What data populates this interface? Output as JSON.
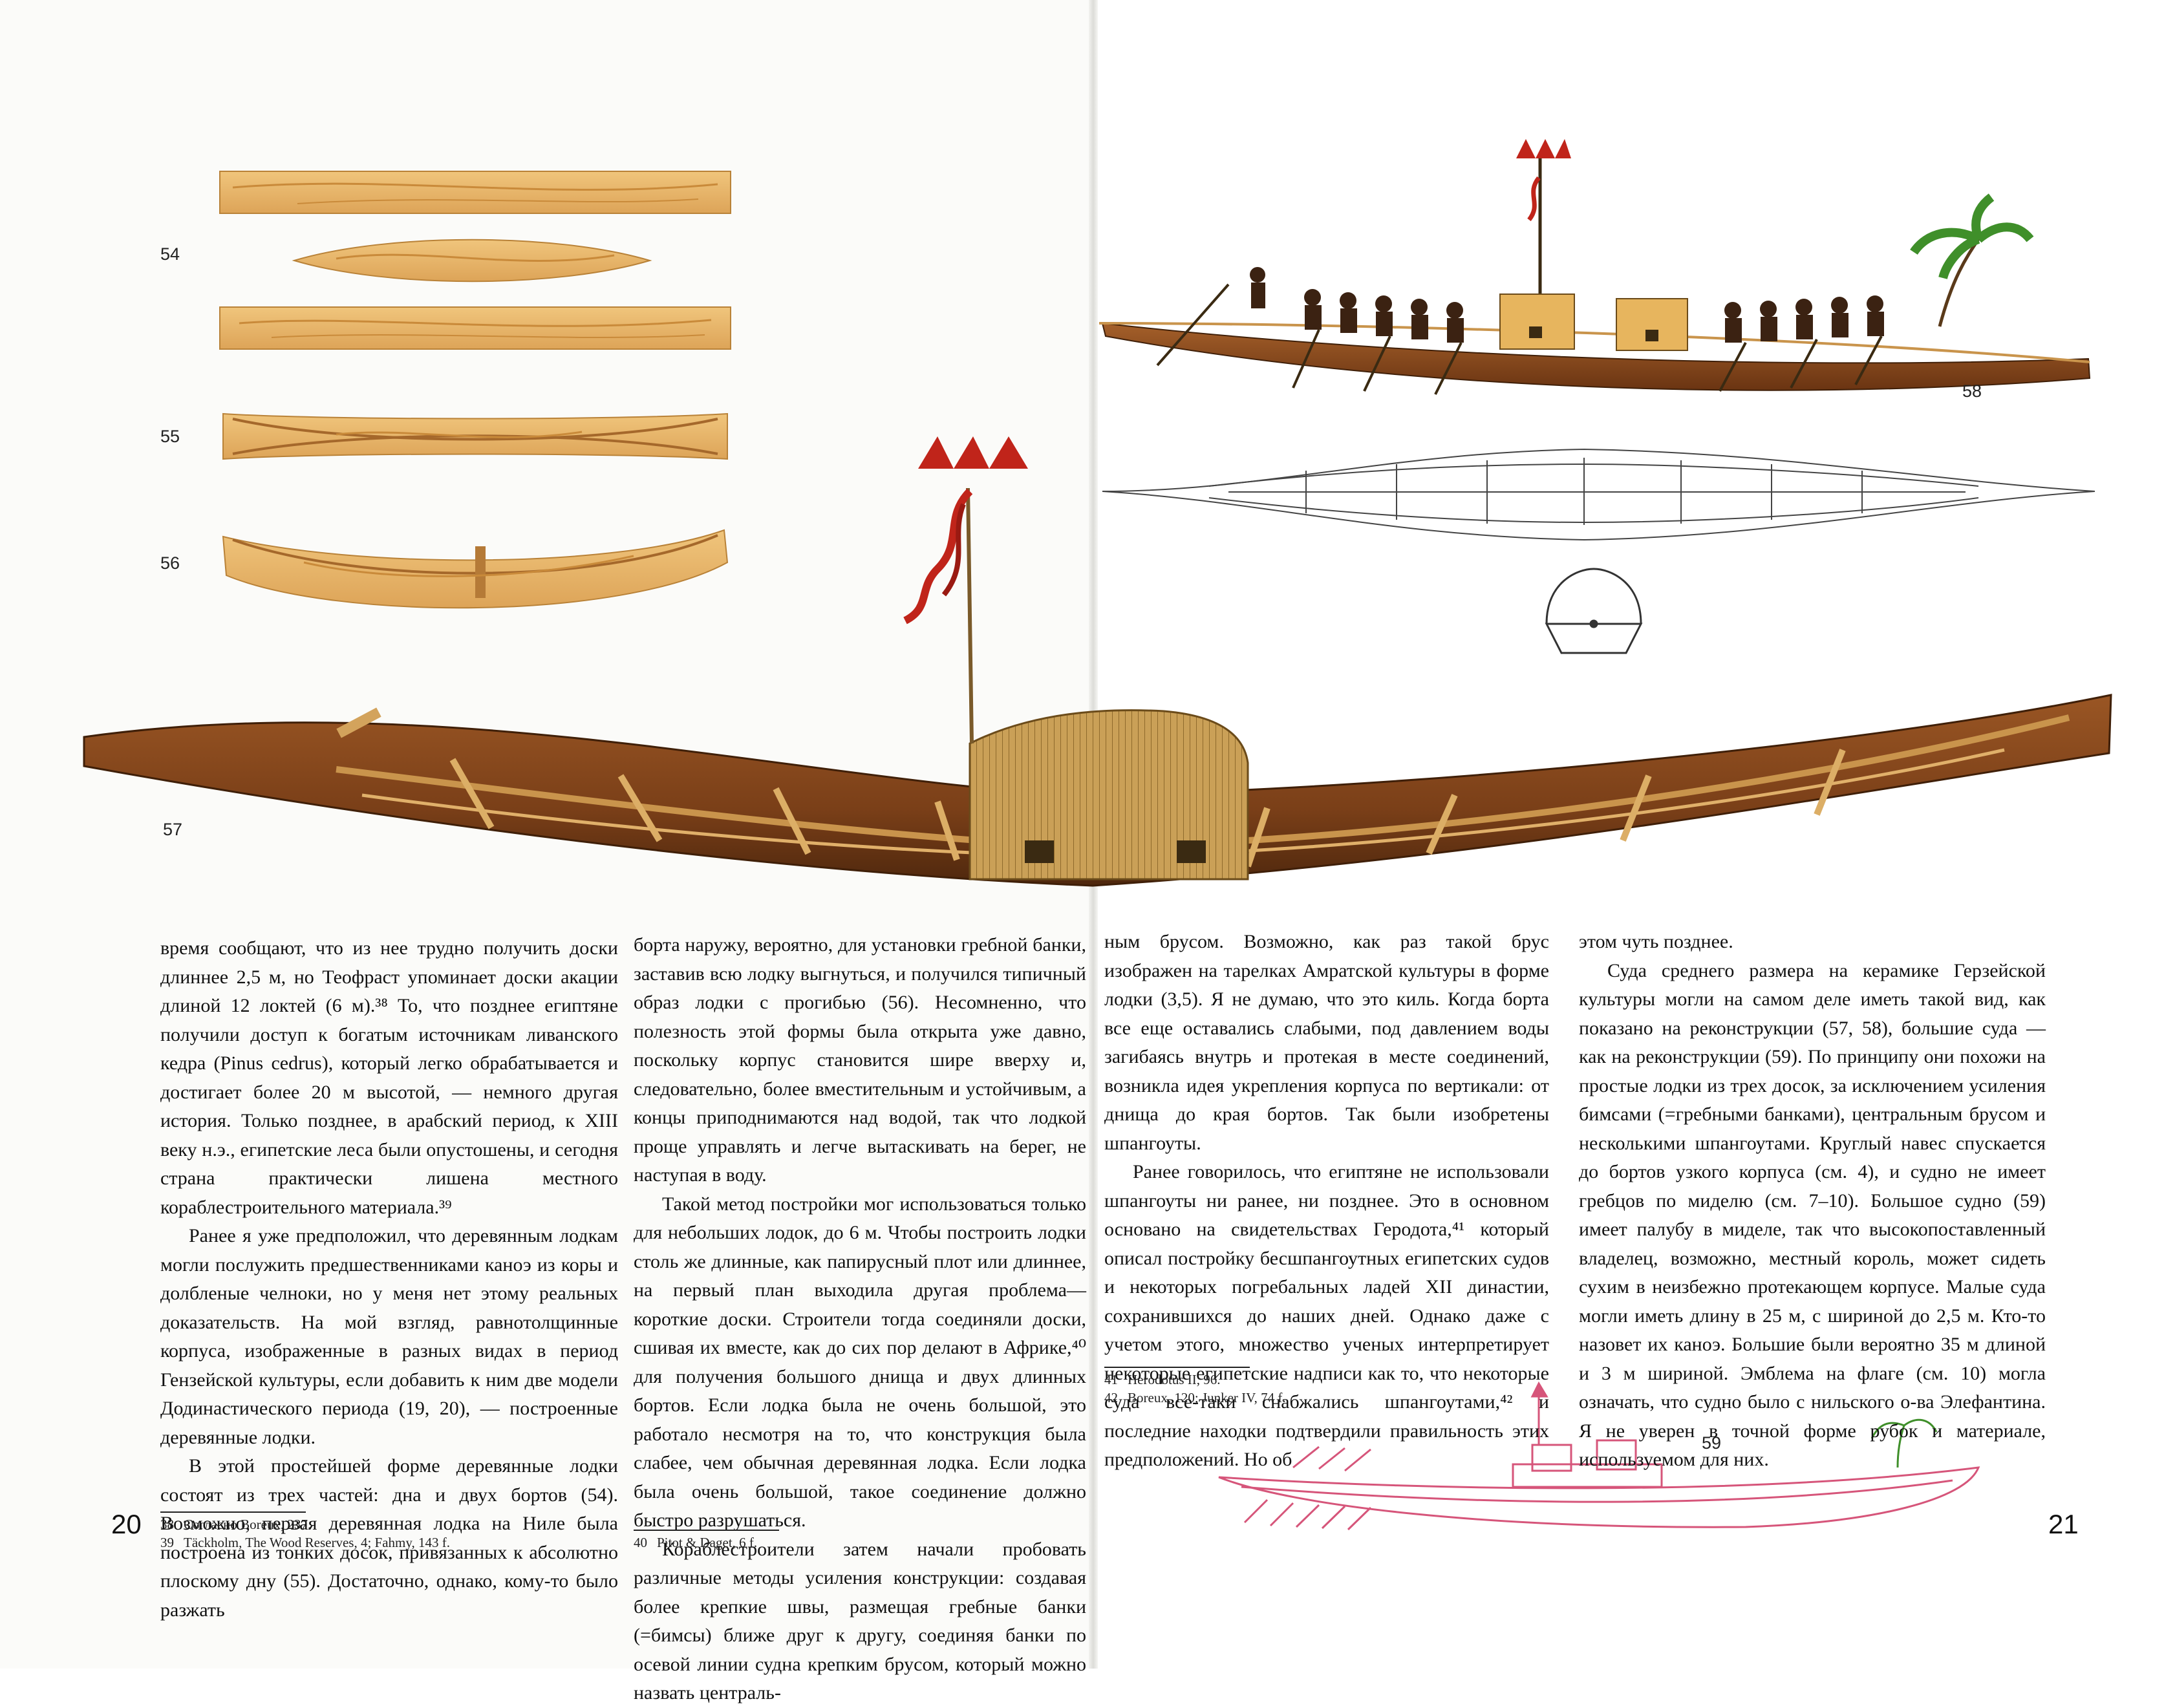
{
  "figures": {
    "fig54": "54",
    "fig55": "55",
    "fig56": "56",
    "fig57": "57",
    "fig58": "58",
    "fig59": "59"
  },
  "pages": {
    "left": "20",
    "right": "21"
  },
  "columns": [
    {
      "paragraphs": [
        "время сообщают, что из нее трудно получить доски длиннее 2,5 м, но Теофраст упоминает доски акации длиной 12 локтей (6 м).³⁸ То, что позднее египтяне получили доступ к богатым источникам ливанского кедра (Pinus cedrus), который легко обрабатывается и достигает более 20 м высотой, — немного другая история. Только позднее, в арабский период, к XIII веку н.э., египетские леса были опустошены, и сегодня страна практически лишена местного кораблестроительного материала.³⁹",
        "Ранее я уже предположил, что деревянным лодкам могли послужить предшественниками каноэ из коры и долбленые челноки, но у меня нет этому реальных доказательств. На мой взгляд, равнотолщинные корпуса, изображенные в разных видах в период Гензейской культуры, если добавить к ним две модели Додинастического периода (19, 20), — построенные деревянные лодки.",
        "В этой простейшей форме деревянные лодки состоят из трех частей: дна и двух бортов (54). Возможно, первая деревянная лодка на Ниле была построена из тонких досок, привязанных к абсолютно плоскому дну (55). Достаточно, однако, кому-то было разжать"
      ]
    },
    {
      "paragraphs": [
        "борта наружу, вероятно, для установки гребной банки, заставив всю лодку выгнуться, и получился типичный образ лодки с прогибью (56). Несомненно, что полезность этой формы была открыта уже давно, поскольку корпус становится шире вверху и, следовательно, более вместительным и устойчивым, а концы приподнимаются над водой, так что лодкой проще управлять и легче вытаскивать на берег, не наступая в воду.",
        "Такой метод постройки мог использоваться только для небольших лодок, до 6 м. Чтобы построить лодки столь же длинные, как папирусный плот или длиннее, на первый план выходила другая проблема— короткие доски. Строители тогда соединяли доски, сшивая их вместе, как до сих пор делают в Африке,⁴⁰ для получения большого днища и двух длинных бортов. Если лодка была не очень большой, это работало несмотря на то, что конструкция была слабее, чем обычная деревянная лодка. Если лодка была очень большой, такое соединение должно быстро разрушаться.",
        "Кораблестроители затем начали пробовать различные методы усиления конструкции: создавая более крепкие швы, размещая гребные банки (=бимсы) ближе друг к другу, соединяя банки по осевой линии судна крепким брусом, который можно назвать централь-"
      ]
    },
    {
      "paragraphs": [
        "ным брусом. Возможно, как раз такой брус изображен на тарелках Амратской культуры в форме лодки (3,5). Я не думаю, что это киль. Когда борта все еще оставались слабыми, под давлением воды загибаясь внутрь и протекая в месте соединений, возникла идея укрепления корпуса по вертикали: от днища до края бортов. Так были изобретены шпангоуты.",
        "Ранее говорилось, что египтяне не использовали шпангоуты ни ранее, ни позднее. Это в основном основано на свидетельствах Геродота,⁴¹ который описал постройку бесшпангоутных египетских судов и некоторых погребальных ладей XII династии, сохранившихся до наших дней. Однако даже с учетом этого, множество ученых интерпретирует некоторые египетские надписи как то, что некоторые суда все-таки снабжались шпангоутами,⁴² и последние находки подтвердили правильность этих предположений. Но об"
      ]
    },
    {
      "paragraphs": [
        "этом чуть позднее.",
        "Суда среднего размера на керамике Герзейской культуры могли на самом деле иметь такой вид, как показано на реконструкции (57, 58), большие суда — как на реконструкции (59). По принципу они похожи на простые лодки из трех досок, за исключением усиления бимсами (=гребными банками), центральным брусом и несколькими шпангоутами. Круглый навес спускается до бортов узкого корпуса (см. 4), и судно не имеет гребцов по миделю (см. 7–10). Большое судно (59) имеет палубу в миделе, так что высокопоставленный владелец, возможно, местный король, может сидеть сухим в неизбежно протекающем корпусе. Малые суда могли иметь длину в 25 м, с шириной до 2,5 м. Кто-то назовет их каноэ. Большие были вероятно 35 м длиной и 3 м шириной. Эмблема на флаге (см. 10) могла означать, что судно было с нильского о-ва Элефантина. Я не уверен в точной форме рубок и материале, используемом для них."
      ]
    }
  ],
  "footnotes": {
    "left": [
      {
        "num": "38",
        "text": "Согласно Boreux, 237."
      },
      {
        "num": "39",
        "text": "Täckholm, The Wood Reserves, 4; Fahmy, 143 f."
      }
    ],
    "middle": [
      {
        "num": "40",
        "text": "Pitot & Daget, 6 f."
      }
    ],
    "right": [
      {
        "num": "41",
        "text": "Herodotus II, 96."
      },
      {
        "num": "42",
        "text": "Boreux, 120; Junker IV, 74 f."
      }
    ]
  },
  "colors": {
    "wood_light": "#e9b768",
    "wood_grain": "#c98a3a",
    "hull_dark": "#6e3a17",
    "hull_mid": "#93521f",
    "reed": "#c9a15a",
    "flag_red": "#c0241a",
    "sketch_pink": "#d6557a",
    "palm_green": "#3f8f2a"
  }
}
